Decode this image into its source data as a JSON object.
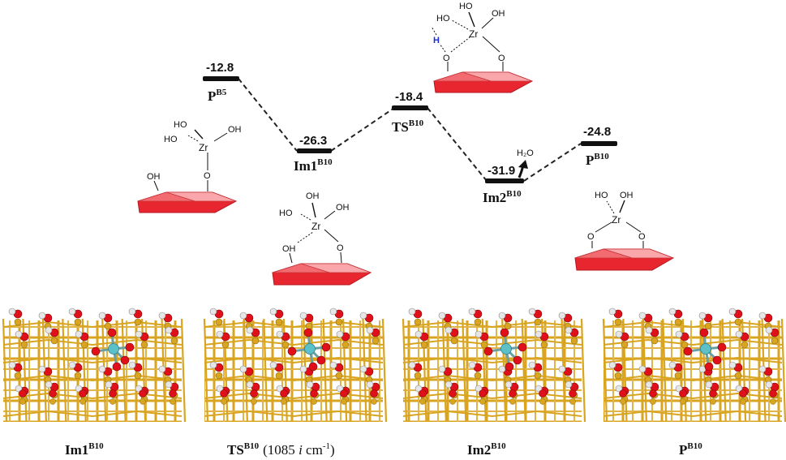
{
  "diagram": {
    "levels": [
      {
        "id": "PB5",
        "value": "-12.8",
        "name": "P",
        "sup": "B5"
      },
      {
        "id": "Im1",
        "value": "-26.3",
        "name": "Im1",
        "sup": "B10"
      },
      {
        "id": "TS",
        "value": "-18.4",
        "name": "TS",
        "sup": "B10"
      },
      {
        "id": "Im2",
        "value": "-31.9",
        "name": "Im2",
        "sup": "B10"
      },
      {
        "id": "PB10",
        "value": "-24.8",
        "name": "P",
        "sup": "B10"
      }
    ],
    "molecule_labels": {
      "oh": "OH",
      "ho": "HO",
      "zr": "Zr",
      "o": "O",
      "h": "H",
      "h2o": "H₂O"
    },
    "captions": [
      {
        "name": "Im1",
        "sup": "B10",
        "note": "",
        "note_sup": ""
      },
      {
        "name": "TS",
        "sup": "B10",
        "note": "(1085 i cm",
        "note_sup": "-1",
        "note_end": ")"
      },
      {
        "name": "Im2",
        "sup": "B10",
        "note": "",
        "note_sup": ""
      },
      {
        "name": "P",
        "sup": "B10",
        "note": "",
        "note_sup": ""
      }
    ],
    "colors": {
      "support_red": "#e8262f",
      "support_light": "#f9a7aa",
      "level_bar": "#111111",
      "slab_gold": "#d9a520",
      "oxygen": "#e0101a",
      "hydrogen": "#e6e6e6",
      "zirconium": "#5cc0c8",
      "transferred_h": "#1a2bd6"
    }
  }
}
